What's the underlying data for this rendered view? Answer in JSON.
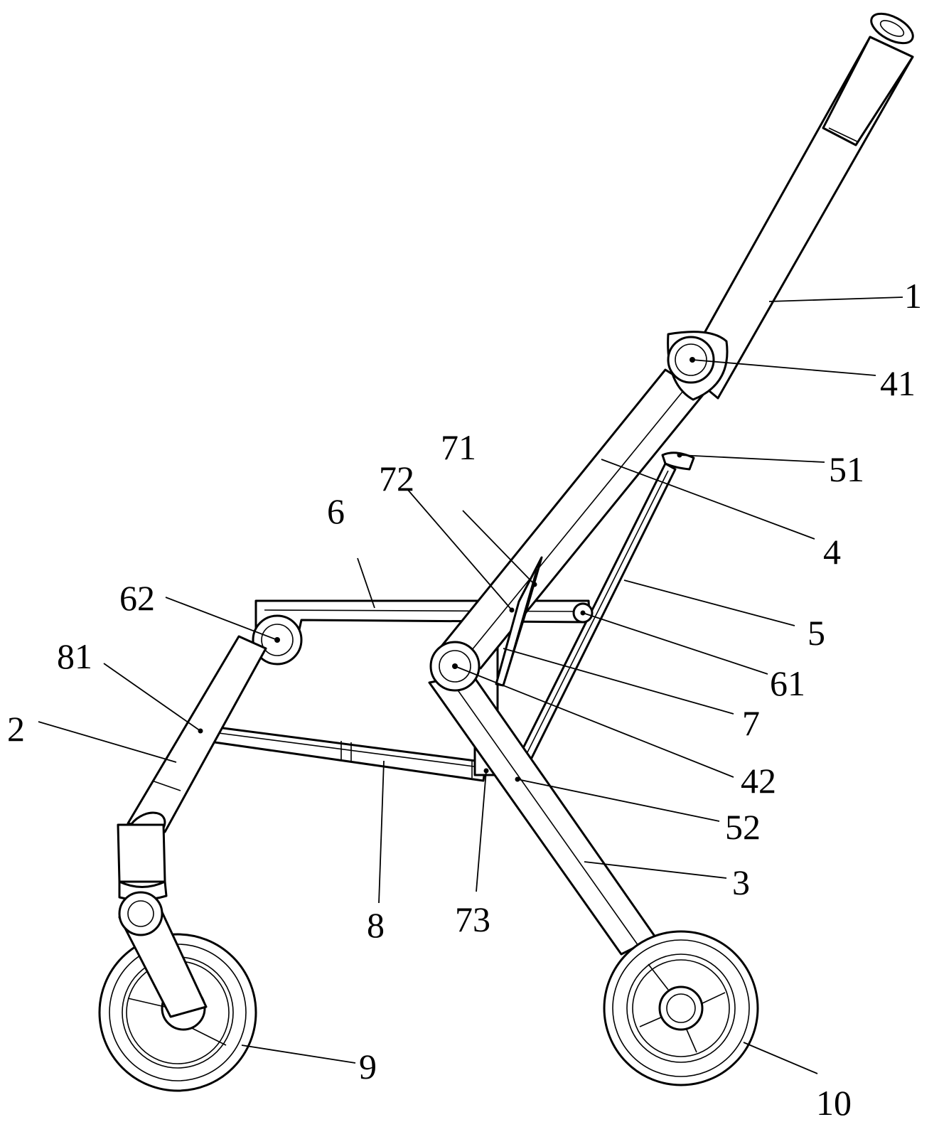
{
  "figure": {
    "reference_numerals": [
      {
        "id": "r1",
        "label": "1",
        "part": "push-handle-tube"
      },
      {
        "id": "r41",
        "label": "41",
        "part": "upper-pivot-joint"
      },
      {
        "id": "r51",
        "label": "51",
        "part": "link-rod-upper-mount"
      },
      {
        "id": "r4",
        "label": "4",
        "part": "upper-frame-bar"
      },
      {
        "id": "r71",
        "label": "71",
        "part": "latch-plate-upper-point"
      },
      {
        "id": "r72",
        "label": "72",
        "part": "latch-plate-slot"
      },
      {
        "id": "r6",
        "label": "6",
        "part": "seat-frame"
      },
      {
        "id": "r62",
        "label": "62",
        "part": "seat-front-pivot"
      },
      {
        "id": "r5",
        "label": "5",
        "part": "link-rod"
      },
      {
        "id": "r61",
        "label": "61",
        "part": "seat-rear-pivot"
      },
      {
        "id": "r81",
        "label": "81",
        "part": "foot-bar-mount"
      },
      {
        "id": "r7",
        "label": "7",
        "part": "latch-plate"
      },
      {
        "id": "r2",
        "label": "2",
        "part": "front-leg"
      },
      {
        "id": "r42",
        "label": "42",
        "part": "lower-pivot-joint"
      },
      {
        "id": "r52",
        "label": "52",
        "part": "link-rod-lower-mount"
      },
      {
        "id": "r3",
        "label": "3",
        "part": "rear-leg"
      },
      {
        "id": "r8",
        "label": "8",
        "part": "foot-bar"
      },
      {
        "id": "r73",
        "label": "73",
        "part": "latch-plate-lower-point"
      },
      {
        "id": "r9",
        "label": "9",
        "part": "front-wheel"
      },
      {
        "id": "r10",
        "label": "10",
        "part": "rear-wheel"
      }
    ]
  }
}
